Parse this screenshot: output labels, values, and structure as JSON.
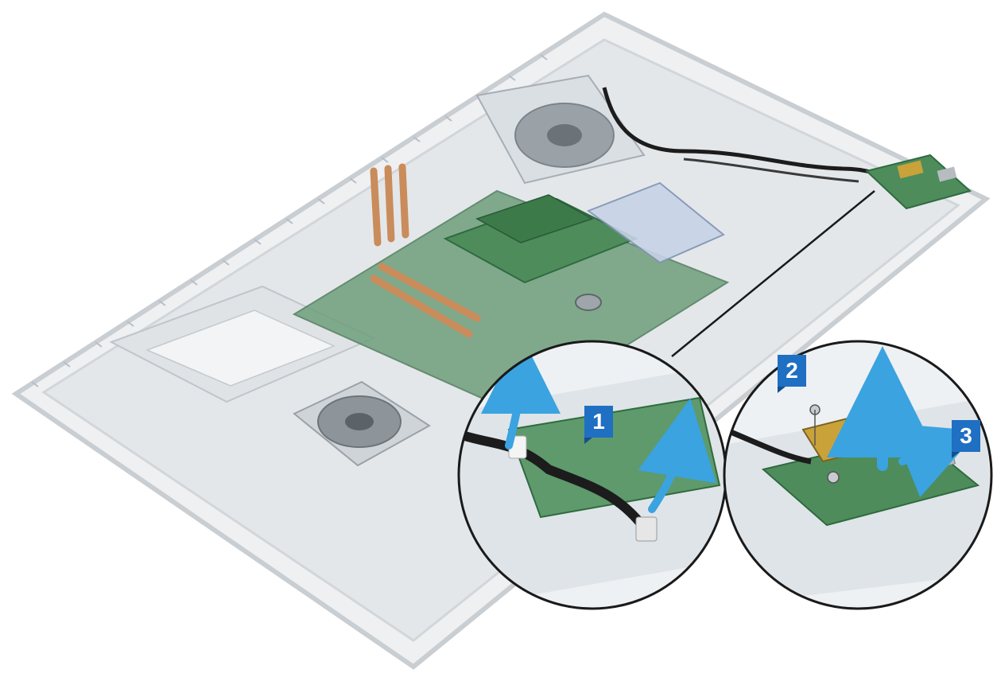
{
  "diagram": {
    "steps": [
      {
        "label": "1",
        "action": "route-cable"
      },
      {
        "label": "2",
        "action": "remove-screw"
      },
      {
        "label": "3",
        "action": "lift-board"
      }
    ],
    "colors": {
      "chassis": "#e9ecee",
      "chassis_edge": "#c9ced3",
      "board_green": "#4e8c5c",
      "board_dark": "#2f6b3f",
      "heatpipe": "#c98c5a",
      "cable": "#1c1c1c",
      "arrow": "#3aa3e0",
      "badge": "#1f6fc3",
      "callout_circle": "#1a1a1a",
      "io_gold": "#c9a23a"
    }
  }
}
